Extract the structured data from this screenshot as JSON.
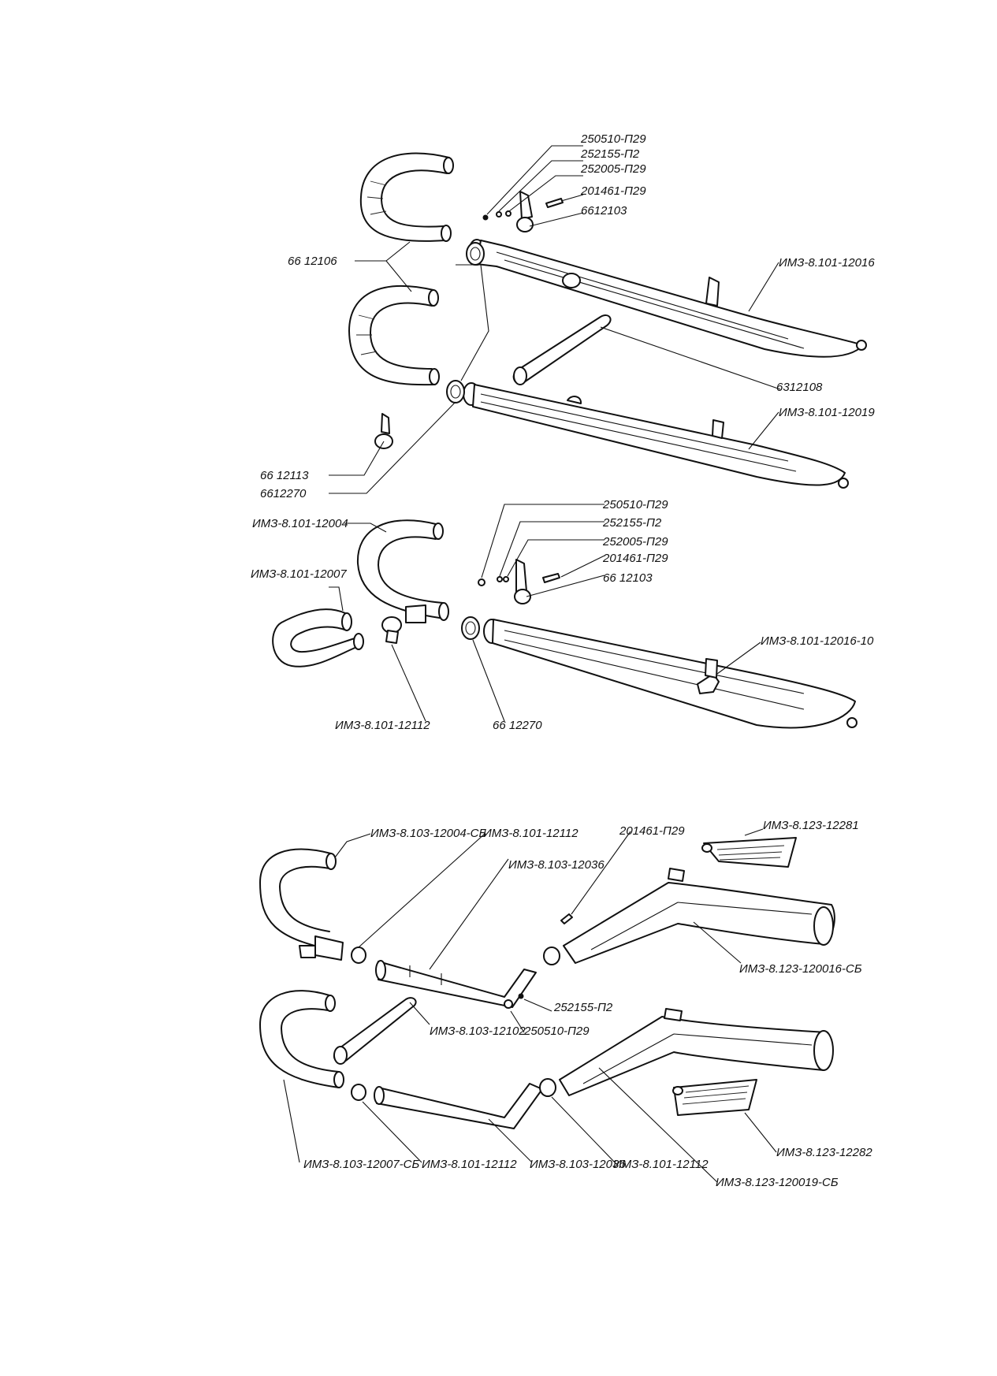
{
  "upper_group": {
    "labels": {
      "nut_1": "250510-П29",
      "washer_1": "252155-П2",
      "washer_2": "252005-П29",
      "bolt_1": "201461-П29",
      "clamp_1": "6612103",
      "pipe_upper": "66 12106",
      "muffler_right": "ИМЗ-8.101-12016",
      "crossover_pipe": "6312108",
      "muffler_left": "ИМЗ-8.101-12019",
      "clamp_small": "66 12113",
      "ring_1": "6612270"
    }
  },
  "middle_group": {
    "labels": {
      "pipe_main": "ИМЗ-8.101-12004",
      "pipe_s": "ИМЗ-8.101-12007",
      "nut_2": "250510-П29",
      "washer_3": "252155-П2",
      "washer_4": "252005-П29",
      "bolt_2": "201461-П29",
      "clamp_2": "66 12103",
      "muffler_10": "ИМЗ-8.101-12016-10",
      "clamp_3": "ИМЗ-8.101-12112",
      "ring_2": "66 12270"
    }
  },
  "lower_group": {
    "labels": {
      "pipe_sb_1": "ИМЗ-8.103-12004-СБ",
      "clamp_a": "ИМЗ-8.101-12112",
      "bolt_3": "201461-П29",
      "shield_1": "ИМЗ-8.123-12281",
      "pipe_long_1": "ИМЗ-8.103-12036",
      "muffler_sb_1": "ИМЗ-8.123-120016-СБ",
      "washer_5": "252155-П2",
      "tube_short": "ИМЗ-8.103-12102",
      "nut_3": "250510-П29",
      "shield_2": "ИМЗ-8.123-12282",
      "pipe_sb_2": "ИМЗ-8.103-12007-СБ",
      "clamp_b": "ИМЗ-8.101-12112",
      "pipe_long_2": "ИМЗ-8.103-12036",
      "clamp_c": "ИМЗ-8.101-12112",
      "muffler_sb_2": "ИМЗ-8.123-120019-СБ"
    }
  }
}
